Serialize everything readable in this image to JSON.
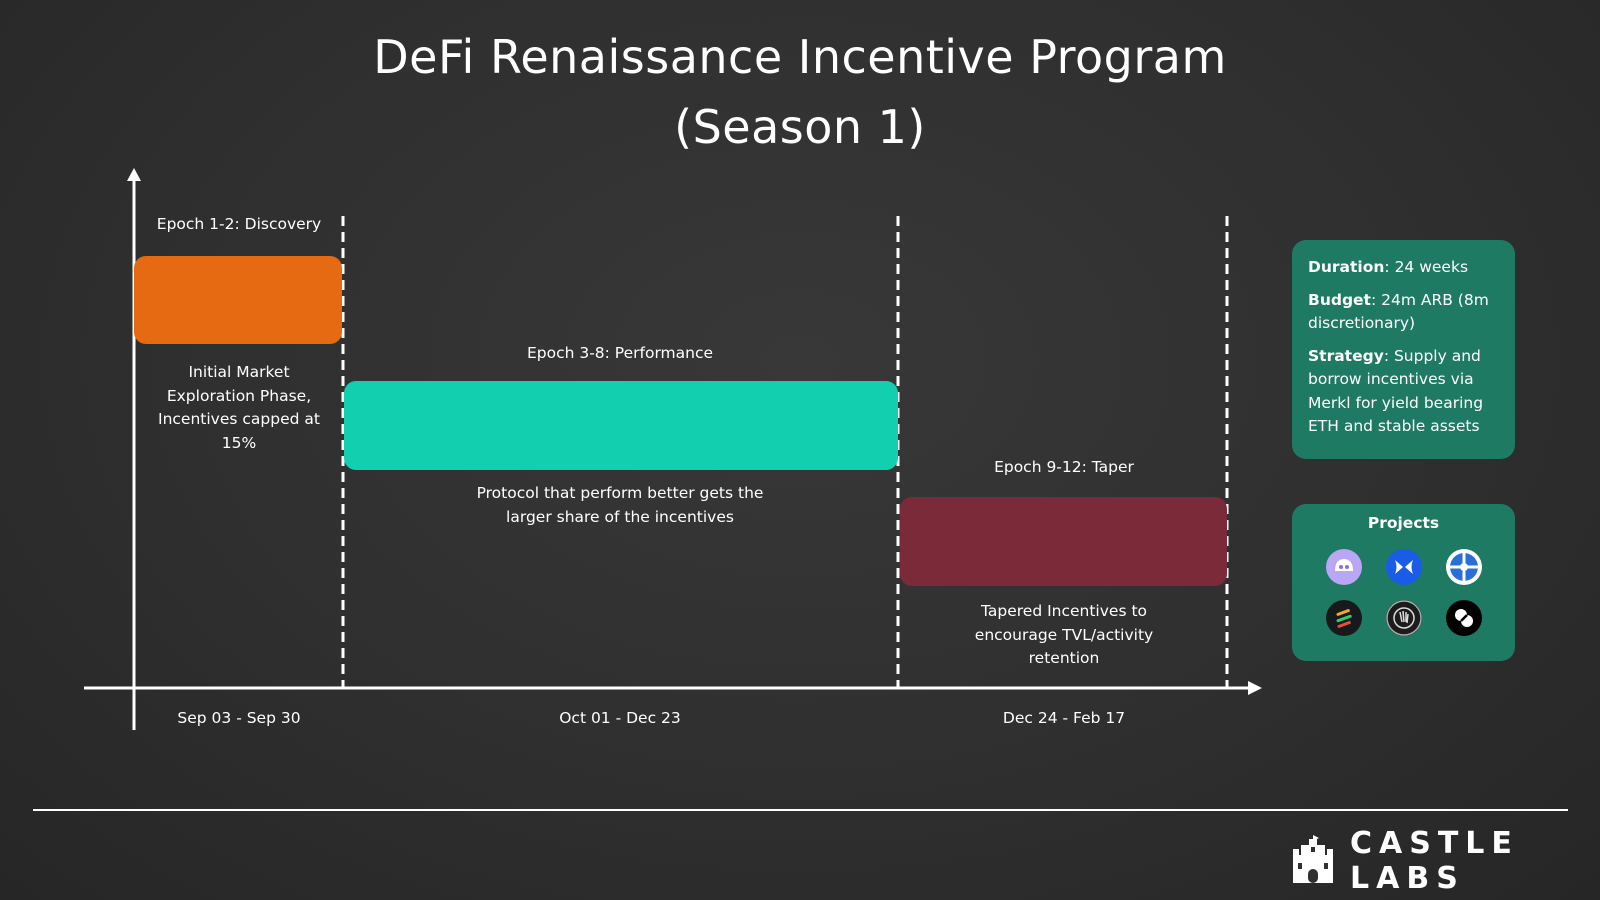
{
  "title": {
    "line1": "DeFi Renaissance Incentive Program",
    "line2": "(Season 1)"
  },
  "phases": [
    {
      "name": "Epoch 1-2: Discovery",
      "description": "Initial Market Exploration Phase, Incentives capped at 15%",
      "period": "Sep 03 - Sep 30",
      "color": "#e66a12"
    },
    {
      "name": "Epoch 3-8: Performance",
      "description": "Protocol that perform better gets the larger share of the incentives",
      "period": "Oct 01 - Dec 23",
      "color": "#12cfb0"
    },
    {
      "name": "Epoch 9-12: Taper",
      "description": "Tapered Incentives to encourage TVL/activity retention",
      "period": "Dec 24 - Feb 17",
      "color": "#7b2a3a"
    }
  ],
  "info": {
    "duration_label": "Duration",
    "duration_value": ": 24 weeks",
    "budget_label": "Budget",
    "budget_value": ": 24m ARB (8m discretionary)",
    "strategy_label": "Strategy",
    "strategy_value": ": Supply and borrow incentives via Merkl for yield bearing ETH and stable assets",
    "color": "#1e7a63"
  },
  "projects": {
    "title": "Projects",
    "icons": [
      "ghost-logo-icon",
      "butterfly-logo-icon",
      "compass-logo-icon",
      "stripes-logo-icon",
      "hand-logo-icon",
      "swirl-logo-icon"
    ]
  },
  "brand": {
    "name": "CASTLE LABS",
    "icon": "castle-icon"
  }
}
